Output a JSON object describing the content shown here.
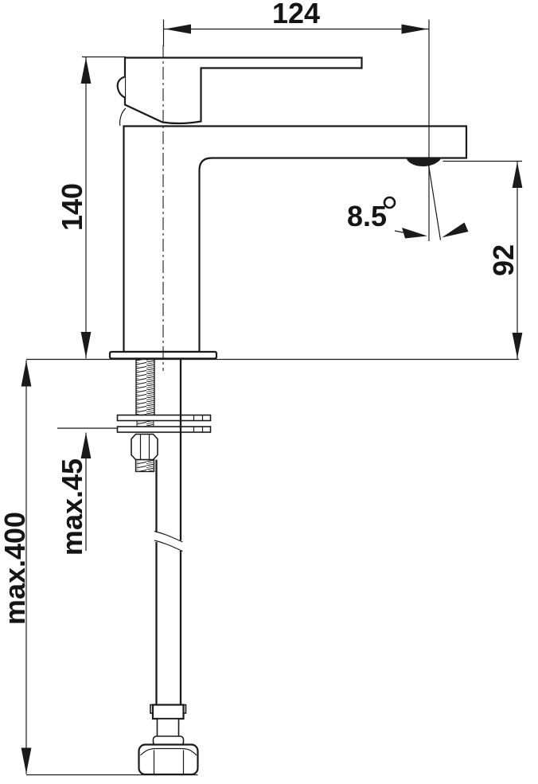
{
  "dimensions": {
    "spout_reach": "124",
    "body_height": "140",
    "spout_angle": "8.5",
    "spout_angle_unit": "°",
    "outlet_height": "92",
    "max_deck_thickness": "max.45",
    "max_hose_length": "max.400"
  },
  "colors": {
    "line": "#1a1a1a",
    "background": "#ffffff"
  }
}
